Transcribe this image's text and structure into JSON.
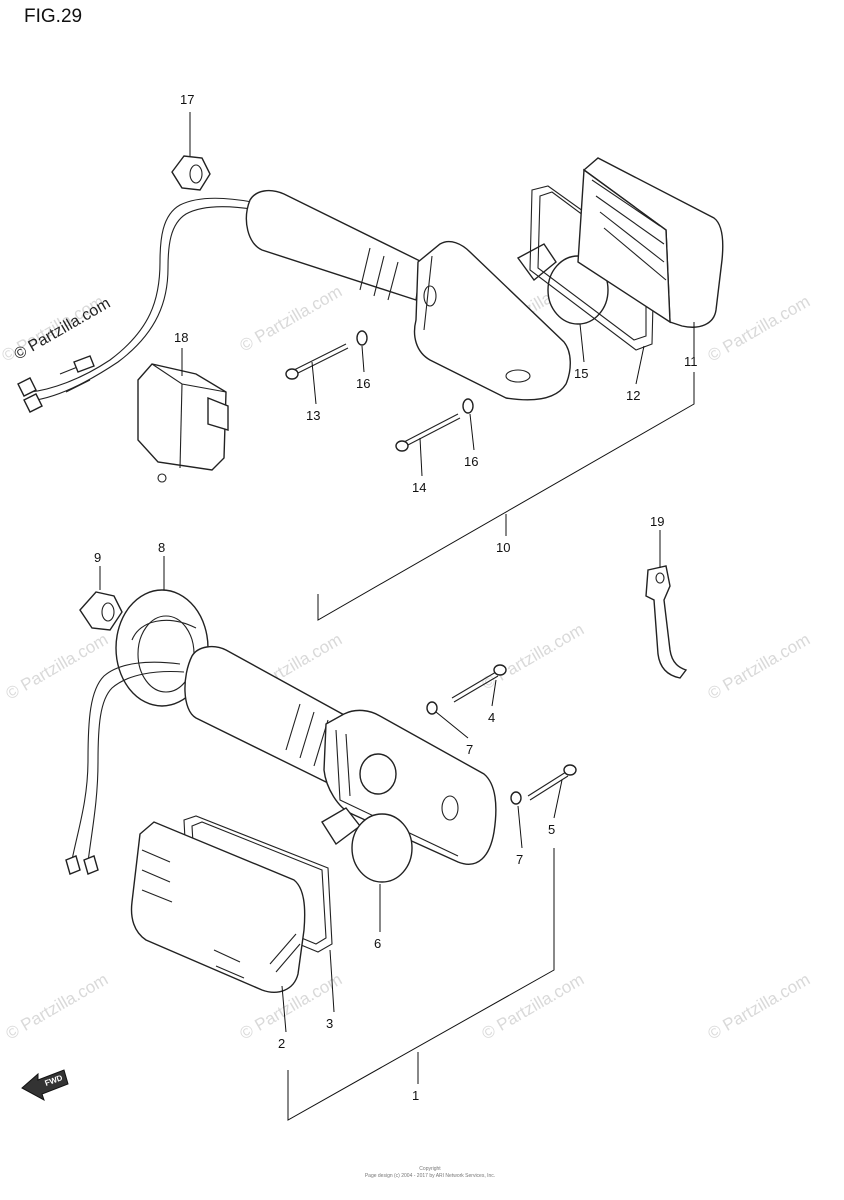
{
  "figure": {
    "title": "FIG.29",
    "footer_line1": "Copyright",
    "footer_line2": "Page design (c) 2004 - 2017 by ARI Network Services, Inc."
  },
  "watermark": {
    "text": "© Partzilla.com"
  },
  "callouts": {
    "c1": "1",
    "c2": "2",
    "c3": "3",
    "c4": "4",
    "c5": "5",
    "c6": "6",
    "c7a": "7",
    "c7b": "7",
    "c8": "8",
    "c9": "9",
    "c10": "10",
    "c11": "11",
    "c12": "12",
    "c13": "13",
    "c14": "14",
    "c15": "15",
    "c16a": "16",
    "c16b": "16",
    "c17": "17",
    "c18": "18",
    "c19": "19"
  },
  "direction_arrow": {
    "label": "FWD",
    "icon": "forward-arrow-icon"
  }
}
